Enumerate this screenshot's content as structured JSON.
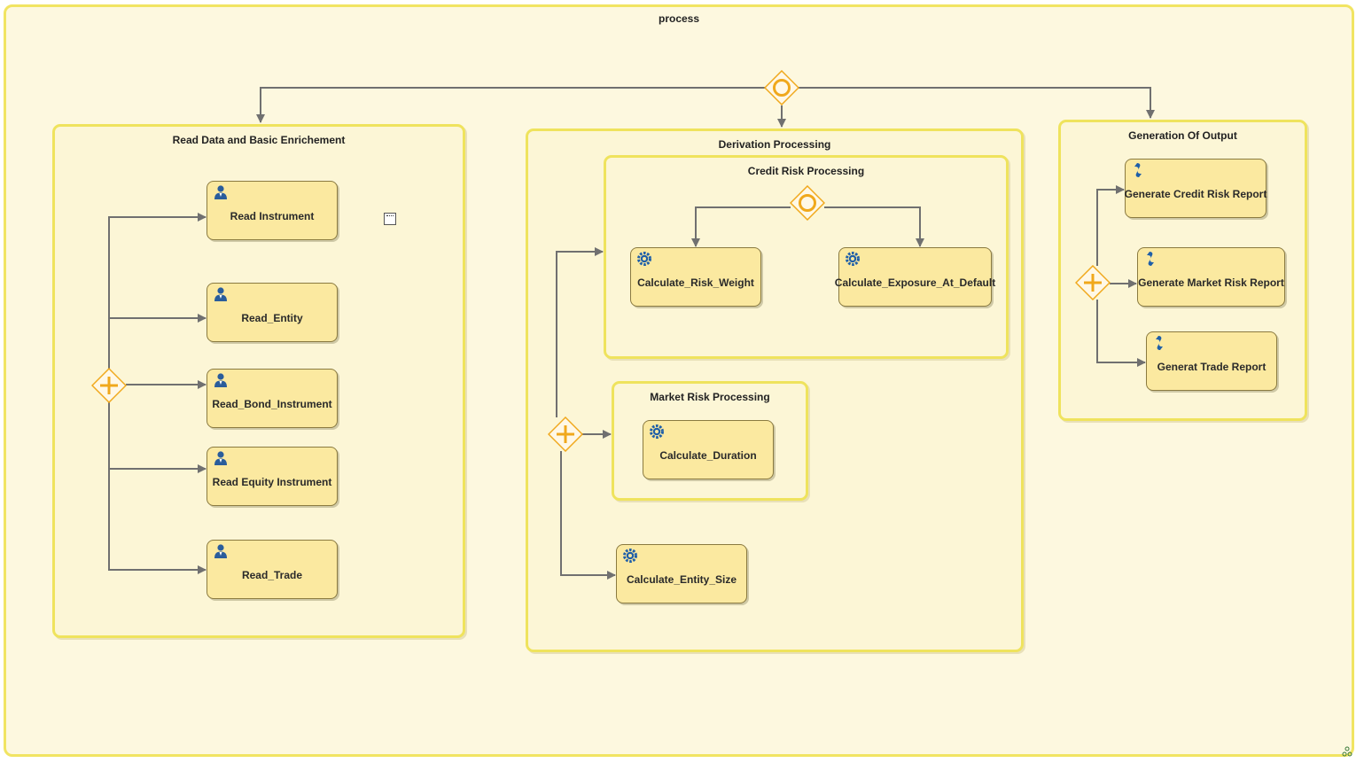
{
  "process": {
    "title": "process"
  },
  "subprocesses": {
    "read_data": "Read Data and Basic Enrichement",
    "derivation": "Derivation Processing",
    "credit_risk": "Credit Risk Processing",
    "market_risk": "Market Risk Processing",
    "output": "Generation Of Output"
  },
  "tasks": {
    "read_instrument": "Read Instrument",
    "read_entity": "Read_Entity",
    "read_bond_instrument": "Read_Bond_Instrument",
    "read_equity_instrument": "Read Equity Instrument",
    "read_trade": "Read_Trade",
    "calculate_risk_weight": "Calculate_Risk_Weight",
    "calculate_exposure_at_default": "Calculate_Exposure_At_Default",
    "calculate_duration": "Calculate_Duration",
    "calculate_entity_size": "Calculate_Entity_Size",
    "generate_credit_risk_report": "Generate Credit Risk Report",
    "generate_market_risk_report": "Generate Market Risk Report",
    "generat_trade_report": "Generat Trade Report"
  },
  "icons": {
    "user_task": "user-task-icon",
    "service_task": "service-task-icon",
    "script_task": "script-task-icon",
    "inclusive_gateway": "inclusive-gateway-icon",
    "parallel_gateway": "parallel-gateway-icon"
  },
  "colors": {
    "pool_bg": "#fdf8df",
    "border": "#f1e462",
    "task_fill": "#fbe9a0",
    "gateway": "#f0a81c",
    "connector": "#707070"
  }
}
